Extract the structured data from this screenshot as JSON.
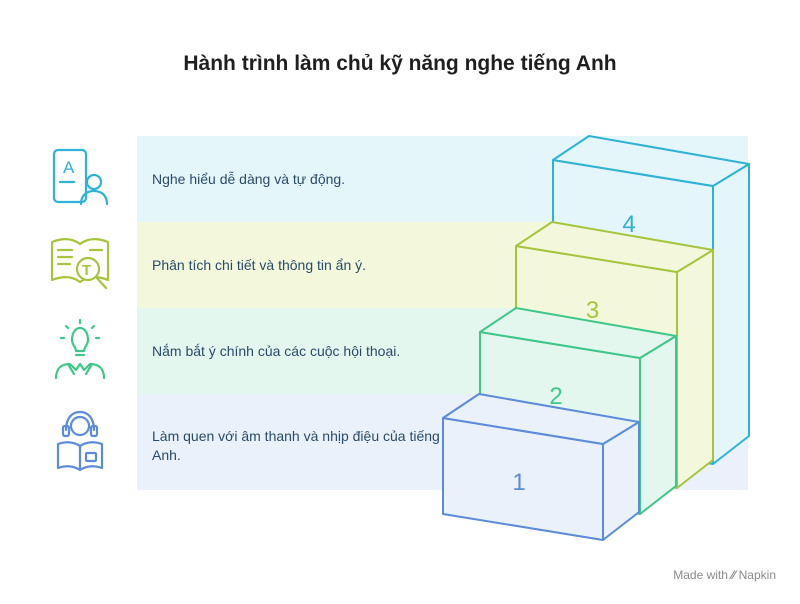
{
  "title": "Hành trình làm chủ kỹ năng nghe tiếng Anh",
  "steps": [
    {
      "number": "1",
      "text": "Làm quen với âm thanh và nhịp điệu của tiếng Anh.",
      "icon": "headphones-reader-icon",
      "color": "#5b8bd9",
      "band": "#eaf1fb"
    },
    {
      "number": "2",
      "text": "Nắm bắt ý chính của các cuộc hội thoại.",
      "icon": "lightbulb-people-icon",
      "color": "#3fc78a",
      "band": "#e4f7ee"
    },
    {
      "number": "3",
      "text": "Phân tích chi tiết và thông tin ẩn ý.",
      "icon": "document-magnifier-icon",
      "color": "#a6c53d",
      "band": "#f3f8dd"
    },
    {
      "number": "4",
      "text": "Nghe hiểu dễ dàng và tự động.",
      "icon": "language-user-icon",
      "color": "#2fb2d6",
      "band": "#e5f6fb"
    }
  ],
  "branding": {
    "prefix": "Made with",
    "name": "Napkin"
  }
}
